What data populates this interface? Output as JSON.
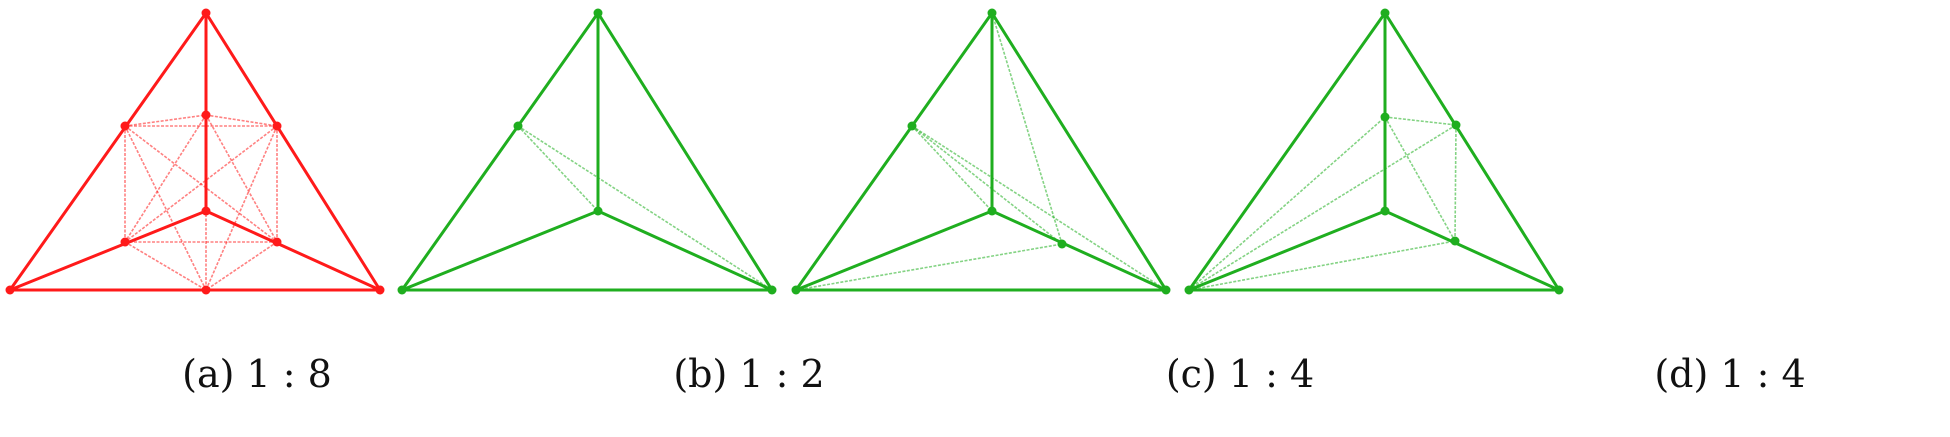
{
  "colors": {
    "red": "#ff1a1a",
    "green": "#1fae1f"
  },
  "figures": [
    {
      "id": "a",
      "caption": "(a) 1 : 8",
      "color": "red",
      "vertices": [
        "top",
        "bottom-left",
        "bottom-right",
        "center"
      ],
      "added_points": [
        "p1",
        "p2",
        "p3",
        "p4",
        "p5",
        "p6"
      ],
      "edges": [
        [
          "top",
          "bottom-left"
        ],
        [
          "top",
          "bottom-right"
        ],
        [
          "bottom-left",
          "bottom-right"
        ],
        [
          "top",
          "center"
        ],
        [
          "bottom-left",
          "center"
        ],
        [
          "bottom-right",
          "center"
        ]
      ],
      "subdivision_edges": [
        [
          "p1",
          "p2"
        ],
        [
          "p1",
          "p3"
        ],
        [
          "p3",
          "p2"
        ],
        [
          "p1",
          "p4"
        ],
        [
          "p2",
          "p5"
        ],
        [
          "p4",
          "p5"
        ],
        [
          "p4",
          "p6"
        ],
        [
          "p5",
          "p6"
        ],
        [
          "p1",
          "p6"
        ],
        [
          "p3",
          "p4"
        ],
        [
          "p3",
          "p5"
        ],
        [
          "p2",
          "p6"
        ],
        [
          "p1",
          "p5"
        ],
        [
          "p2",
          "p4"
        ],
        [
          "p3",
          "p6"
        ]
      ]
    },
    {
      "id": "b",
      "caption": "(b) 1 : 2",
      "color": "green",
      "vertices": [
        "top",
        "bottom-left",
        "bottom-right",
        "center"
      ],
      "added_points": [
        "q1"
      ],
      "edges": [
        [
          "top",
          "bottom-left"
        ],
        [
          "top",
          "bottom-right"
        ],
        [
          "bottom-left",
          "bottom-right"
        ],
        [
          "top",
          "center"
        ],
        [
          "bottom-left",
          "center"
        ],
        [
          "bottom-right",
          "center"
        ]
      ],
      "subdivision_edges": [
        [
          "q1",
          "center"
        ],
        [
          "q1",
          "bottom-right"
        ]
      ]
    },
    {
      "id": "c",
      "caption": "(c) 1 : 4",
      "color": "green",
      "vertices": [
        "top",
        "bottom-left",
        "bottom-right",
        "center"
      ],
      "added_points": [
        "q1",
        "q2"
      ],
      "edges": [
        [
          "top",
          "bottom-left"
        ],
        [
          "top",
          "bottom-right"
        ],
        [
          "bottom-left",
          "bottom-right"
        ],
        [
          "top",
          "center"
        ],
        [
          "bottom-left",
          "center"
        ],
        [
          "bottom-right",
          "center"
        ]
      ],
      "subdivision_edges": [
        [
          "q1",
          "center"
        ],
        [
          "q1",
          "bottom-right"
        ],
        [
          "q1",
          "q2"
        ],
        [
          "top",
          "q2"
        ],
        [
          "bottom-left",
          "q2"
        ]
      ]
    },
    {
      "id": "d",
      "caption": "(d) 1 : 4",
      "color": "green",
      "vertices": [
        "top",
        "bottom-left",
        "bottom-right",
        "center"
      ],
      "added_points": [
        "r1",
        "r2",
        "r3"
      ],
      "edges": [
        [
          "top",
          "bottom-left"
        ],
        [
          "top",
          "bottom-right"
        ],
        [
          "bottom-left",
          "bottom-right"
        ],
        [
          "top",
          "center"
        ],
        [
          "bottom-left",
          "center"
        ],
        [
          "bottom-right",
          "center"
        ]
      ],
      "subdivision_edges": [
        [
          "r1",
          "r2"
        ],
        [
          "r2",
          "r3"
        ],
        [
          "r1",
          "r3"
        ],
        [
          "bottom-left",
          "r1"
        ],
        [
          "bottom-left",
          "r2"
        ],
        [
          "bottom-left",
          "r3"
        ]
      ]
    }
  ]
}
